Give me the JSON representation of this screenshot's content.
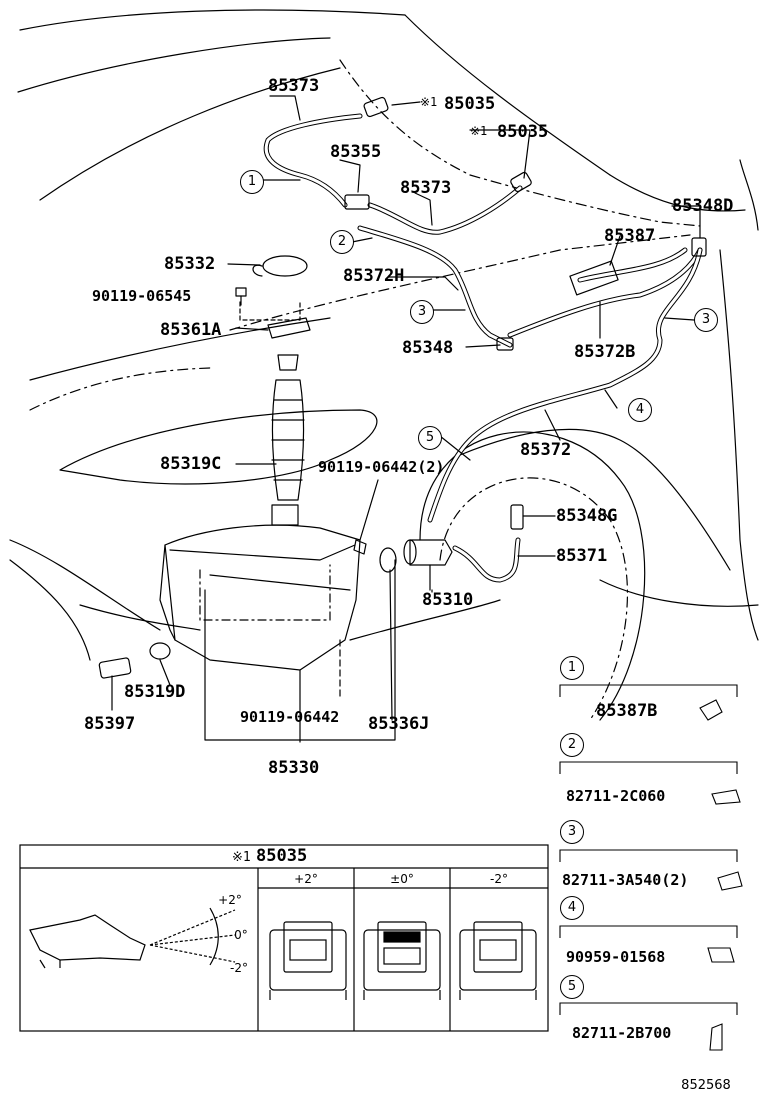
{
  "parts": {
    "p85373_top": "85373",
    "p85035_a_mark": "※1",
    "p85035_a": "85035",
    "p85035_b_mark": "※1",
    "p85035_b": "85035",
    "p85355": "85355",
    "p85373_mid": "85373",
    "p85348D": "85348D",
    "p85387": "85387",
    "p85332": "85332",
    "p85372H": "85372H",
    "p90119_06545": "90119-06545",
    "p85361A": "85361A",
    "p85348": "85348",
    "p85372B": "85372B",
    "p85319C": "85319C",
    "p90119_06442_2": "90119-06442(2)",
    "p85372": "85372",
    "p85348G": "85348G",
    "p85371": "85371",
    "p85310": "85310",
    "p85397": "85397",
    "p85319D": "85319D",
    "p90119_06442": "90119-06442",
    "p85336J": "85336J",
    "p85330": "85330"
  },
  "callouts": {
    "c1_top": "1",
    "c2_top": "2",
    "c3_left": "3",
    "c3_right": "3",
    "c4": "4",
    "c5": "5"
  },
  "legend": {
    "items": [
      {
        "num": "1",
        "part": "85387B"
      },
      {
        "num": "2",
        "part": "82711-2C060"
      },
      {
        "num": "3",
        "part": "82711-3A540(2)"
      },
      {
        "num": "4",
        "part": "90959-01568"
      },
      {
        "num": "5",
        "part": "82711-2B700"
      }
    ]
  },
  "inset": {
    "title_mark": "※1",
    "title": "85035",
    "angle_plus": "+2°",
    "angle_zero": "0°",
    "angle_minus": "-2°",
    "col_plus": "+2°",
    "col_zero": "±0°",
    "col_minus": "-2°"
  },
  "diagram_id": "852568"
}
